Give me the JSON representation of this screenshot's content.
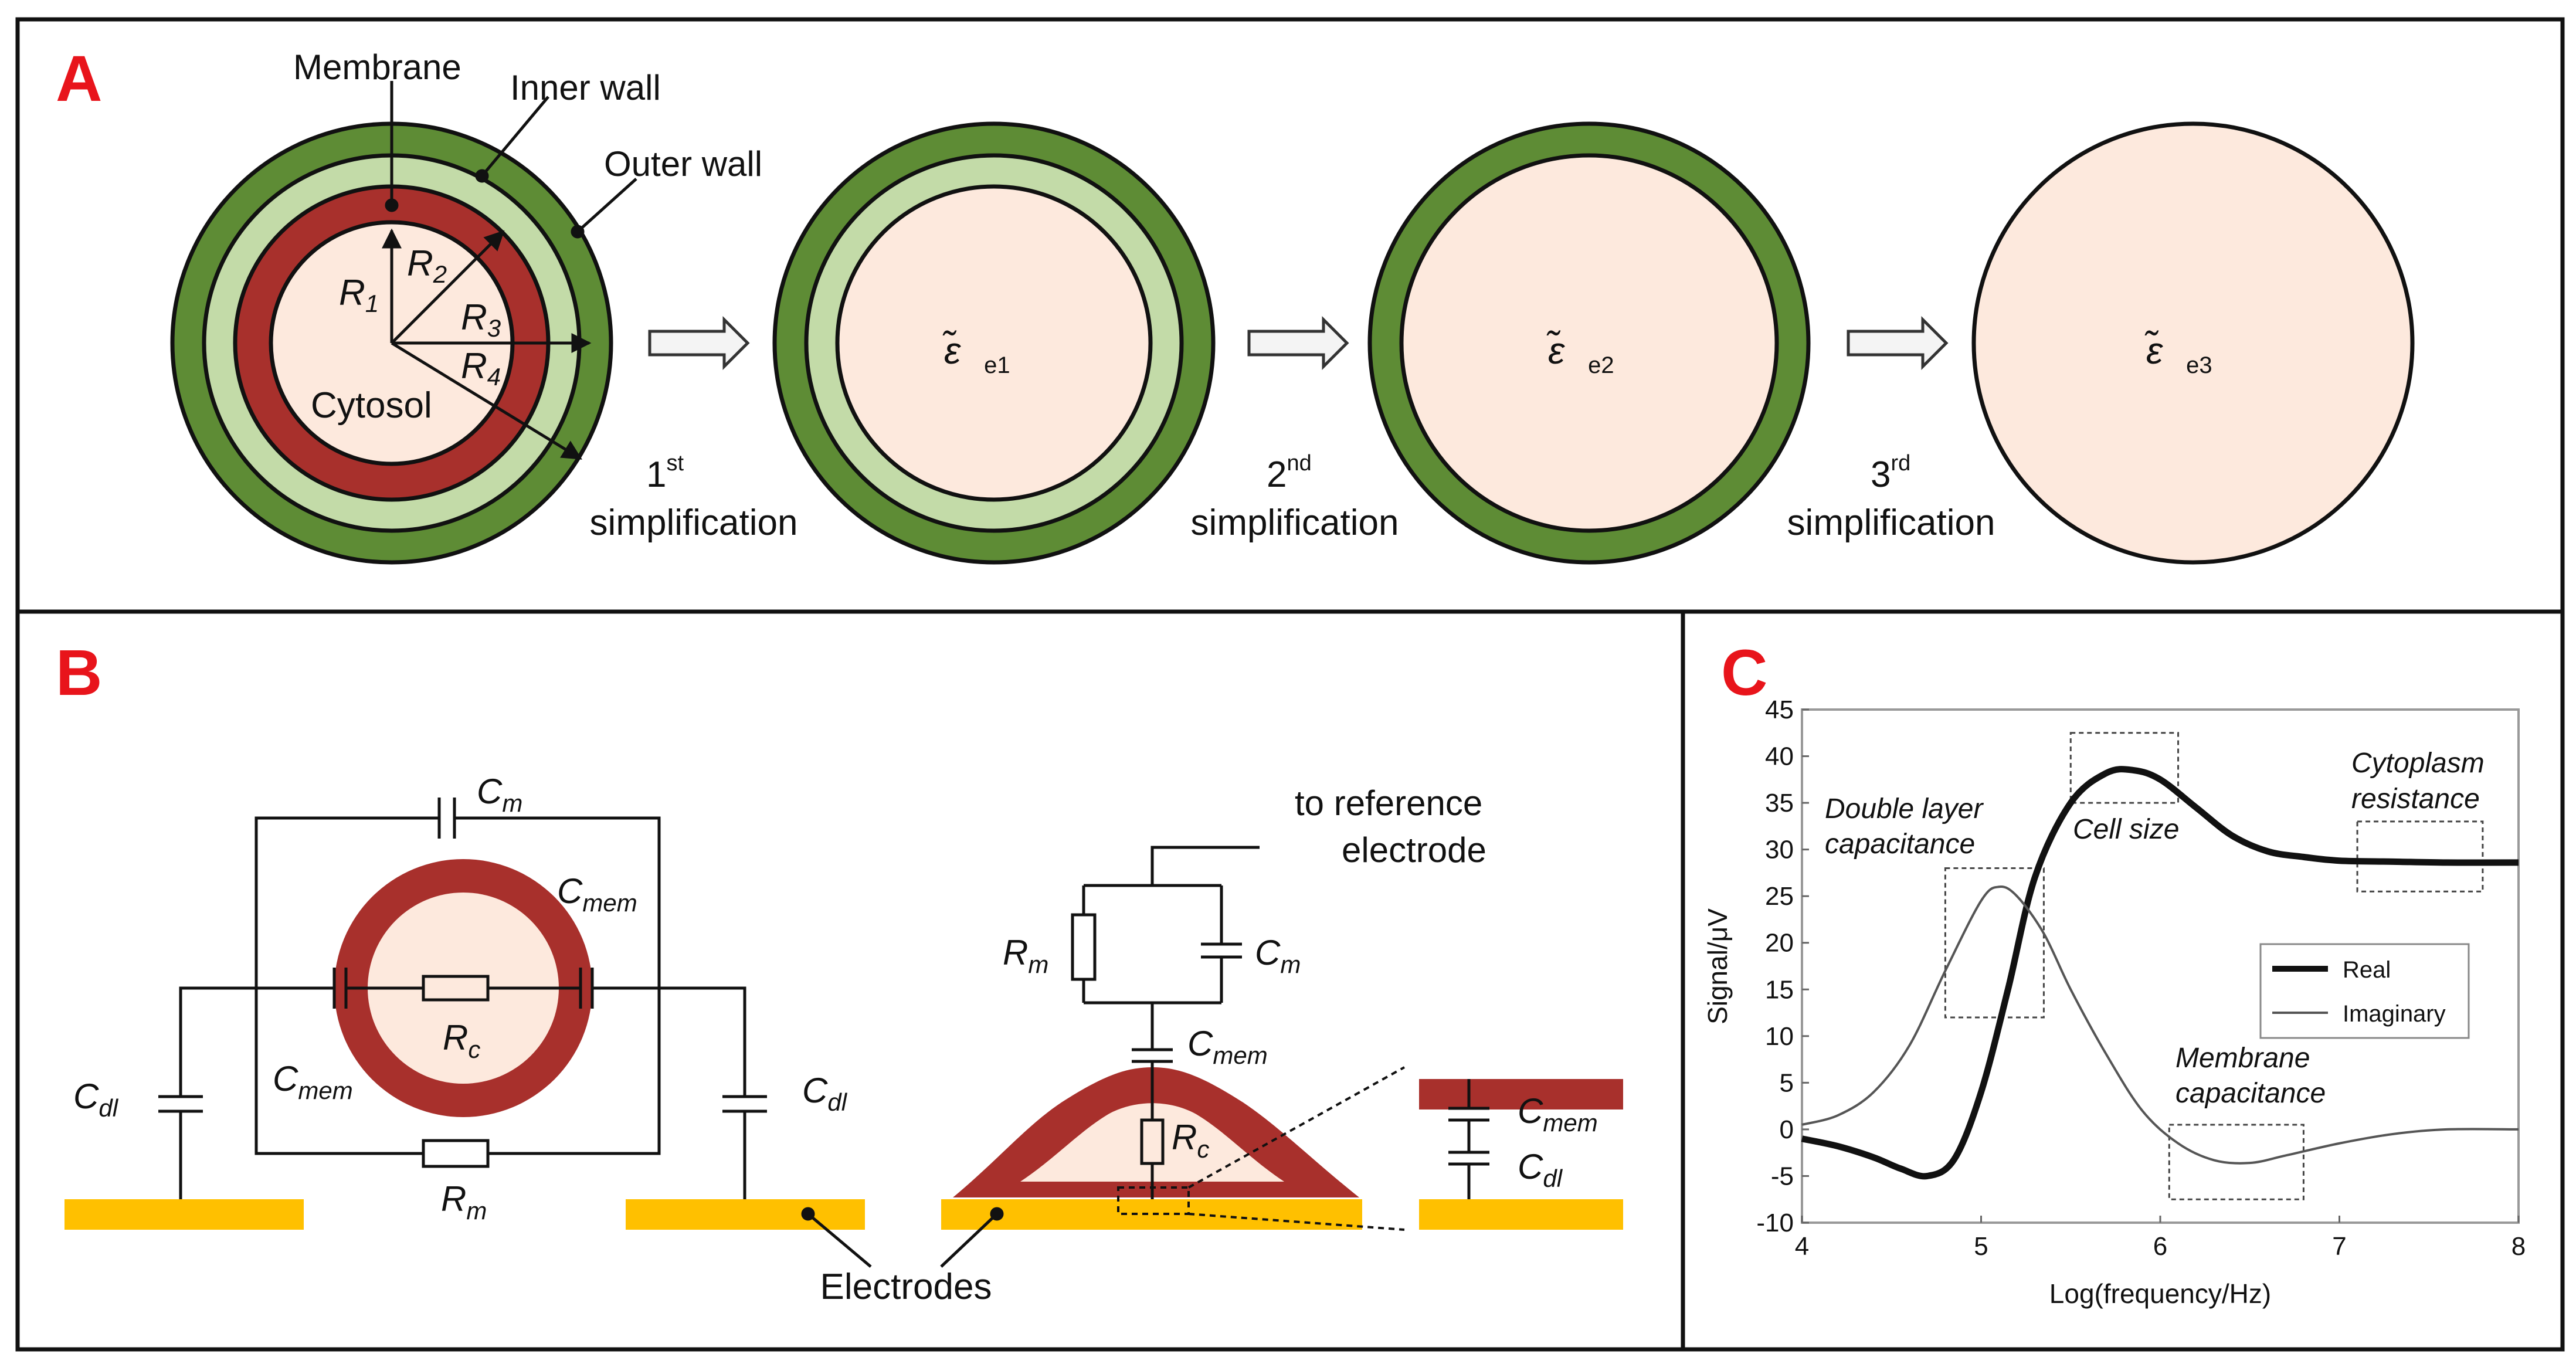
{
  "colors": {
    "outer_wall": "#5e8c35",
    "inner_wall": "#c3dba8",
    "membrane": "#a8302c",
    "cytosol": "#fde9dd",
    "electrode": "#ffc000",
    "panel_letter": "#e8141b"
  },
  "panels": {
    "a": "A",
    "b": "B",
    "c": "C"
  },
  "panel_a": {
    "labels": {
      "membrane": "Membrane",
      "inner_wall": "Inner wall",
      "outer_wall": "Outer wall",
      "cytosol": "Cytosol"
    },
    "radii": [
      "R",
      "R",
      "R",
      "R"
    ],
    "radii_sub": [
      "1",
      "2",
      "3",
      "4"
    ],
    "steps": [
      {
        "num": "1",
        "sup": "st",
        "word": "simplification"
      },
      {
        "num": "2",
        "sup": "nd",
        "word": "simplification"
      },
      {
        "num": "3",
        "sup": "rd",
        "word": "simplification"
      }
    ],
    "eps_symbol": "ε̃",
    "eps_subs": [
      "e1",
      "e2",
      "e3"
    ]
  },
  "panel_b": {
    "c_m": {
      "main": "C",
      "sub": "m"
    },
    "c_mem": {
      "main": "C",
      "sub": "mem"
    },
    "r_c": {
      "main": "R",
      "sub": "c"
    },
    "r_m": {
      "main": "R",
      "sub": "m"
    },
    "c_dl": {
      "main": "C",
      "sub": "dl"
    },
    "ref_line1": "to reference",
    "ref_line2": "electrode",
    "electrodes": "Electrodes"
  },
  "chart_data": {
    "type": "line",
    "xlabel": "Log(frequency/Hz)",
    "ylabel": "Signal/μV",
    "xlim": [
      4,
      8
    ],
    "ylim": [
      -10,
      45
    ],
    "xticks": [
      4,
      5,
      6,
      7,
      8
    ],
    "yticks": [
      -10,
      -5,
      0,
      5,
      10,
      15,
      20,
      25,
      30,
      35,
      40,
      45
    ],
    "grid": false,
    "legend": "right",
    "series": [
      {
        "name": "Real",
        "x": [
          4.0,
          4.2,
          4.4,
          4.55,
          4.7,
          4.85,
          5.0,
          5.15,
          5.3,
          5.5,
          5.7,
          5.85,
          6.0,
          6.2,
          6.4,
          6.6,
          6.8,
          7.0,
          7.3,
          7.6,
          8.0
        ],
        "y": [
          -1,
          -1.8,
          -3,
          -4.2,
          -5,
          -3.2,
          4,
          15,
          27,
          35,
          38.2,
          38.5,
          37.5,
          34.5,
          31.5,
          29.8,
          29.2,
          28.8,
          28.7,
          28.6,
          28.6
        ]
      },
      {
        "name": "Imaginary",
        "x": [
          4.0,
          4.2,
          4.4,
          4.6,
          4.8,
          5.0,
          5.1,
          5.2,
          5.35,
          5.5,
          5.7,
          5.9,
          6.1,
          6.3,
          6.5,
          6.7,
          7.0,
          7.3,
          7.6,
          8.0
        ],
        "y": [
          0.5,
          1.5,
          4,
          9,
          17,
          24.5,
          26,
          25,
          21,
          15,
          8,
          2,
          -1.5,
          -3.3,
          -3.6,
          -2.8,
          -1.5,
          -0.5,
          0,
          0
        ]
      }
    ],
    "annotations": [
      {
        "line1": "Double layer",
        "line2": "capacitance"
      },
      {
        "line1": "Cell size",
        "line2": ""
      },
      {
        "line1": "Cytoplasm",
        "line2": "resistance"
      },
      {
        "line1": "Membrane",
        "line2": "capacitance"
      }
    ]
  }
}
